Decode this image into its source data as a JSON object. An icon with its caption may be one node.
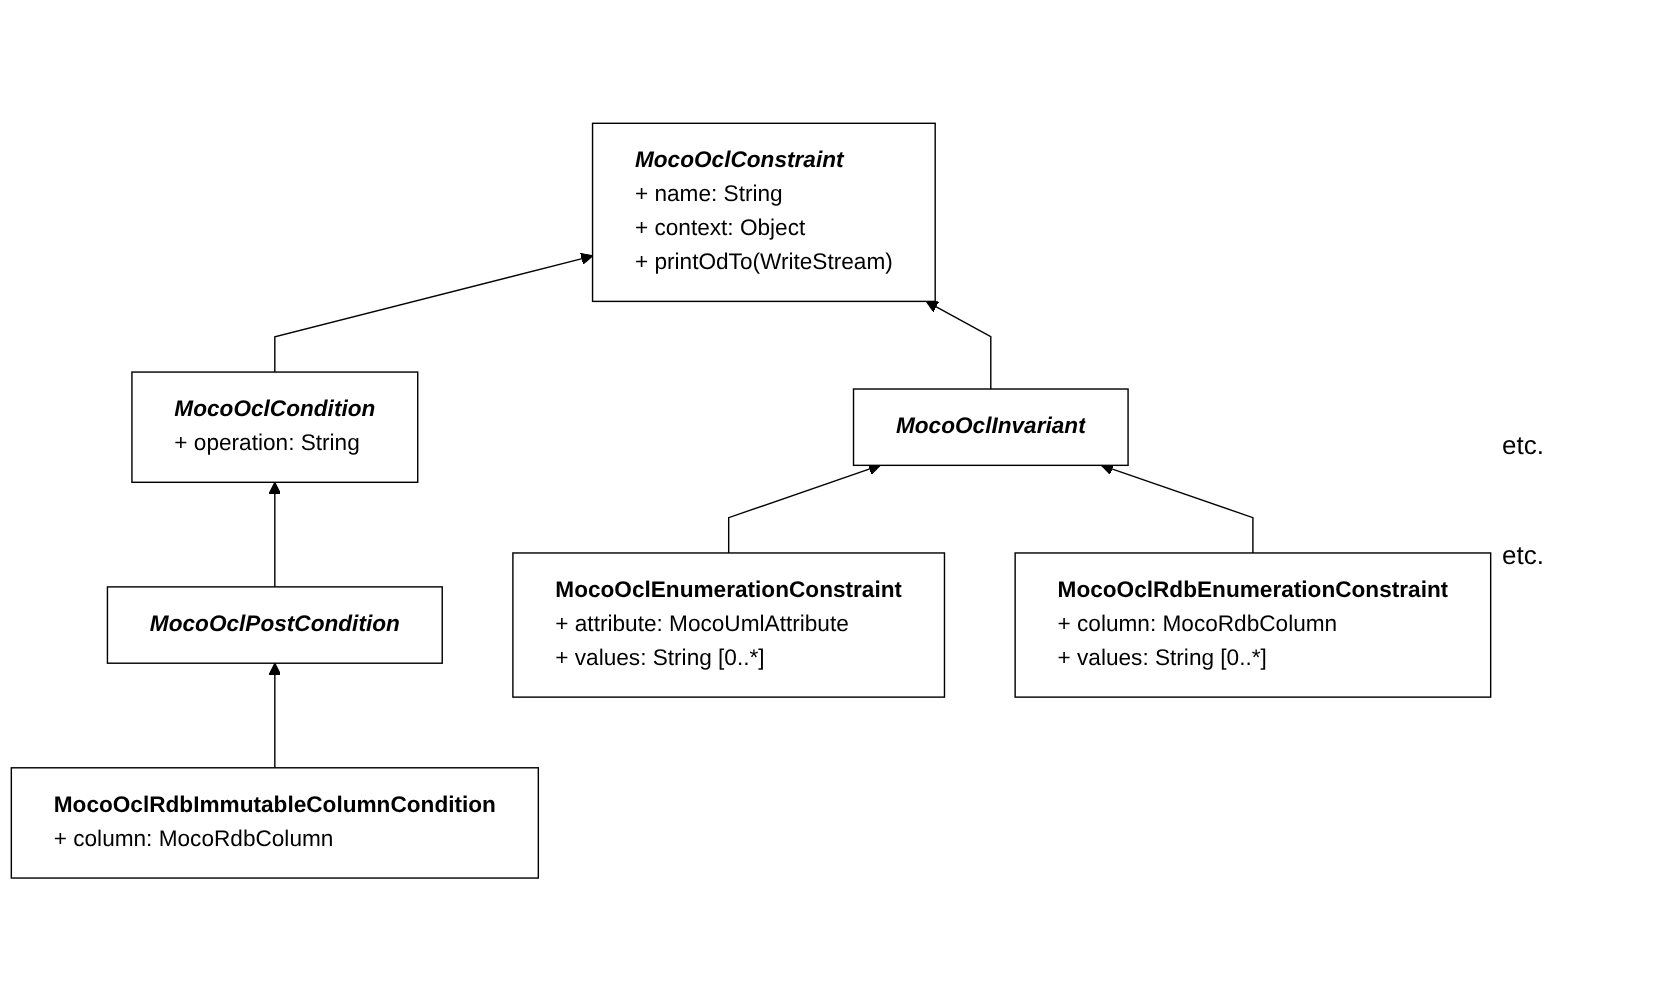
{
  "diagram": {
    "nodes": [
      {
        "text": [
          "MocoOclConstraint",
          "+ name: String",
          "+ context: Object",
          "+ printOdTo(WriteStream)"
        ]
      },
      {
        "text": [
          "MocoOclCondition",
          "+ operation: String"
        ]
      },
      {
        "text": [
          "MocoOclInvariant"
        ]
      },
      {
        "text": [
          "MocoOclPostCondition"
        ]
      },
      {
        "text": [
          "MocoOclRdbImmutableColumnCondition",
          "+ column: MocoRdbColumn"
        ]
      },
      {
        "text": [
          "MocoOclEnumerationConstraint",
          "+ attribute: MocoUmlAttribute",
          "+ values: String [0..*]"
        ]
      },
      {
        "text": [
          "MocoOclRdbEnumerationConstraint",
          "+ column: MocoRdbColumn",
          "+ values: String [0..*]"
        ]
      }
    ],
    "edges": [
      {
        "from": 1,
        "to": 0,
        "arrow": "to"
      },
      {
        "from": 2,
        "to": 0,
        "arrow": "to"
      },
      {
        "from": 3,
        "to": 1,
        "arrow": "to"
      },
      {
        "from": 4,
        "to": 3,
        "arrow": "to"
      },
      {
        "from": 5,
        "to": 2,
        "arrow": "to"
      },
      {
        "from": 6,
        "to": 2,
        "arrow": "to"
      }
    ],
    "labels": [
      "etc.",
      "etc."
    ]
  }
}
